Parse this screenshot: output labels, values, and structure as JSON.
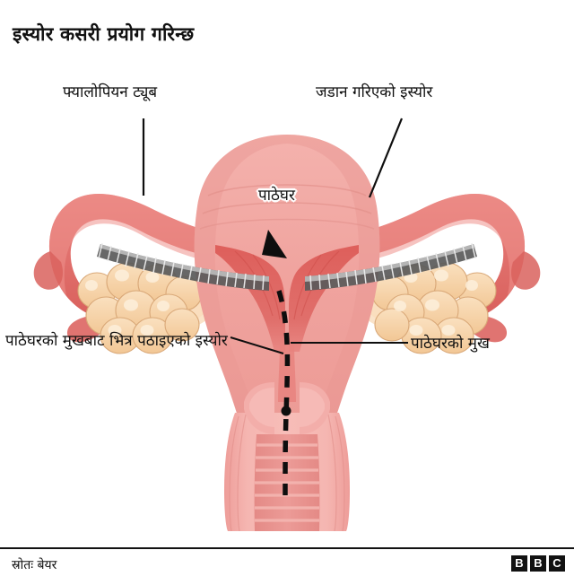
{
  "title": "इस्योर कसरी प्रयोग गरिन्छ",
  "labels": {
    "fallopian_tube": "फ्यालोपियन ट्यूब",
    "inserted_iud": "जडान गरिएको इस्योर",
    "uterus": "पाठेघर",
    "insertion_path": "पाठेघरको मुखबाट भित्र पठाइएको इस्योर",
    "cervix": "पाठेघरको मुख"
  },
  "footer": {
    "source": "स्रोतः बेयर",
    "logo": [
      "B",
      "B",
      "C"
    ]
  },
  "colors": {
    "uterus_body": "#F0A4A0",
    "uterus_body_light": "#F3B3AE",
    "uterus_shadow": "#E98C89",
    "cavity_red": "#E0625E",
    "cavity_red_dark": "#D9504C",
    "tube_rose": "#E0726F",
    "tube_rose_light": "#EC918D",
    "ovary_peach": "#F6D3A9",
    "ovary_peach_light": "#FAE2C4",
    "ovary_outline": "#D8A878",
    "vagina_pink": "#F3ABA7",
    "vagina_rugae": "#E3807C",
    "device_grey": "#8D8D8D",
    "device_grey_dark": "#4A4A4A",
    "line_black": "#121212",
    "background": "#FFFFFF"
  },
  "illustration": {
    "name": "uterus-iud-diagram",
    "parts": [
      "uterus-fundus",
      "uterine-cavity",
      "left-fallopian-tube",
      "right-fallopian-tube",
      "left-ovary",
      "right-ovary",
      "iud-device",
      "cervix",
      "vaginal-canal",
      "insertion-path-arrow"
    ]
  }
}
